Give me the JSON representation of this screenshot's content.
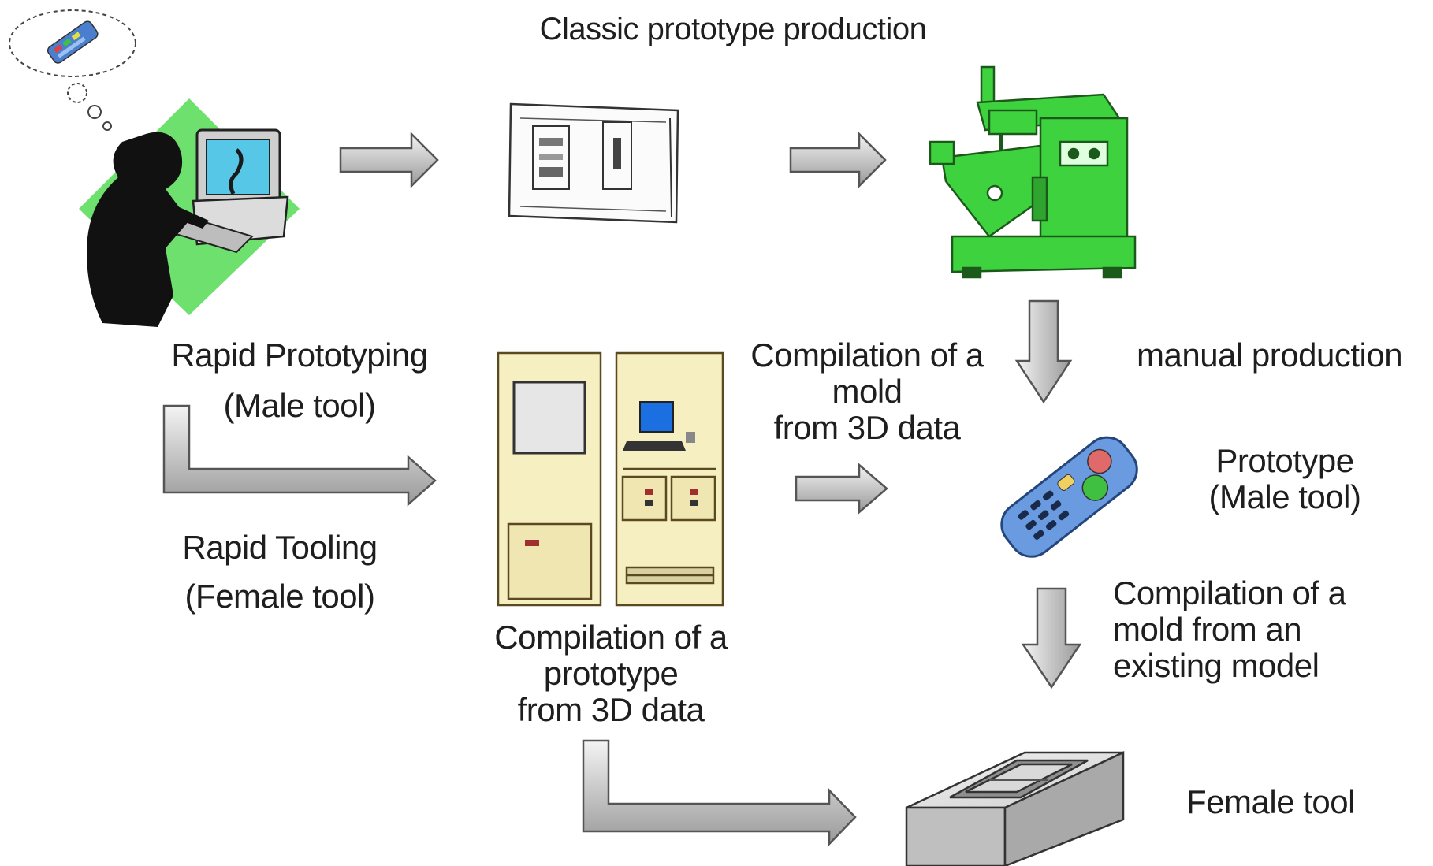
{
  "title": "Classic prototype production",
  "labels": {
    "rapid_prototyping": [
      "Rapid Prototyping",
      "(Male tool)"
    ],
    "rapid_tooling": [
      "Rapid Tooling",
      "(Female tool)"
    ],
    "compilation_prototype": [
      "Compilation of a",
      "prototype",
      "from 3D data"
    ],
    "compilation_mold_3d": [
      "Compilation of a",
      "mold",
      "from 3D data"
    ],
    "manual_production": "manual production",
    "prototype_male": [
      "Prototype",
      "(Male tool)"
    ],
    "compilation_mold_existing": [
      "Compilation of a",
      "mold from an",
      "existing model"
    ],
    "female_tool": "Female tool"
  },
  "colors": {
    "machine_green": "#3fd23f",
    "arrow_fill": "#d3d3d3",
    "arrow_stroke": "#555555",
    "cabinet_fill": "#f6efc2",
    "monitor_screen": "#1b6fe0",
    "background": "#ffffff"
  },
  "icons": [
    "cad-workstation-icon",
    "technical-drawing-icon",
    "milling-machine-icon",
    "rapid-prototyping-machine-icon",
    "remote-control-prototype-icon",
    "female-mold-icon"
  ]
}
